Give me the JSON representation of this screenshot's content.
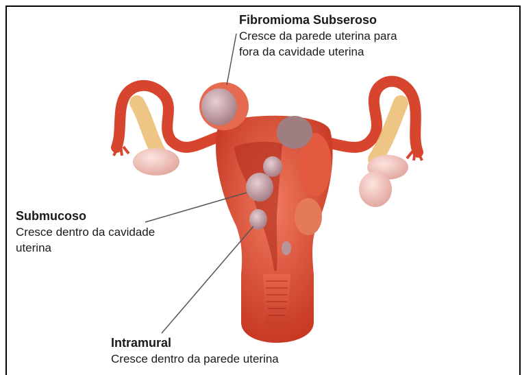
{
  "labels": {
    "subseroso": {
      "title": "Fibromioma Subseroso",
      "desc": "Cresce da parede uterina para\nfora da cavidade uterina"
    },
    "submucoso": {
      "title": "Submucoso",
      "desc": "Cresce dentro da cavidade\nuterina"
    },
    "intramural": {
      "title": "Intramural",
      "desc": "Cresce dentro da parede uterina"
    }
  },
  "colors": {
    "uterus": "#e0543c",
    "uterus_dark": "#b8321f",
    "cavity": "#c93a2a",
    "fibroid": "#c9a3a8",
    "ovary": "#f0c9c4",
    "leader_line": "#555555",
    "border": "#000000"
  }
}
